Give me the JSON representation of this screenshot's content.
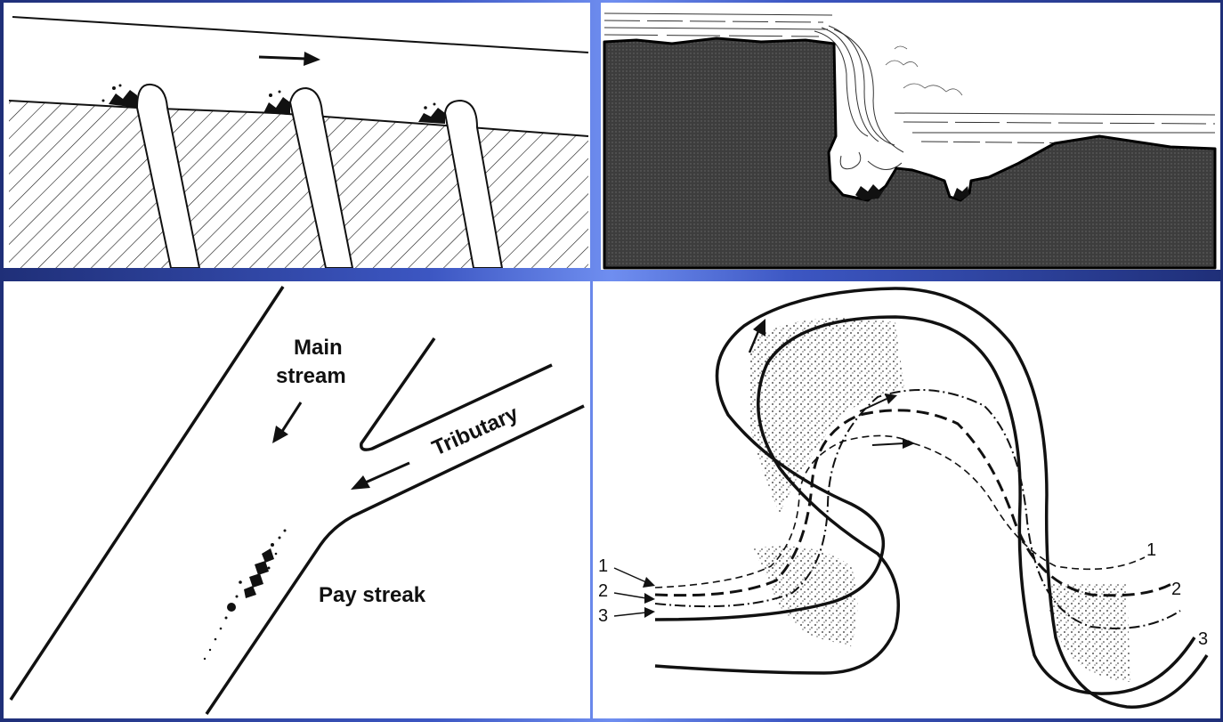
{
  "colors": {
    "frame": "#2c43a8",
    "frame_glow": "#6f8ef0",
    "ink": "#111111",
    "rock_fill": "#4a4a4a",
    "panel_bg": "#ffffff"
  },
  "panels": {
    "bedrock_riffles": {
      "icon": "flow-direction-arrow-icon"
    },
    "waterfall_plunge_pool": {},
    "tributary_junction": {
      "labels": {
        "main_stream": [
          "Main",
          "stream"
        ],
        "tributary": "Tributary",
        "pay_streak": "Pay streak"
      }
    },
    "meander_bends": {
      "left_labels": [
        "1",
        "2",
        "3"
      ],
      "right_labels": [
        "1",
        "2",
        "3"
      ]
    }
  }
}
